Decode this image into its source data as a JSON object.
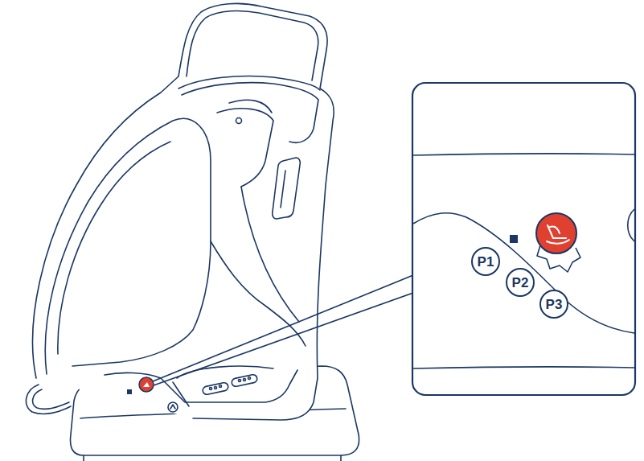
{
  "diagram": {
    "nodes": [
      {
        "text": [
          "P1"
        ]
      },
      {
        "text": [
          "P2"
        ]
      },
      {
        "text": [
          "P3"
        ]
      }
    ]
  }
}
